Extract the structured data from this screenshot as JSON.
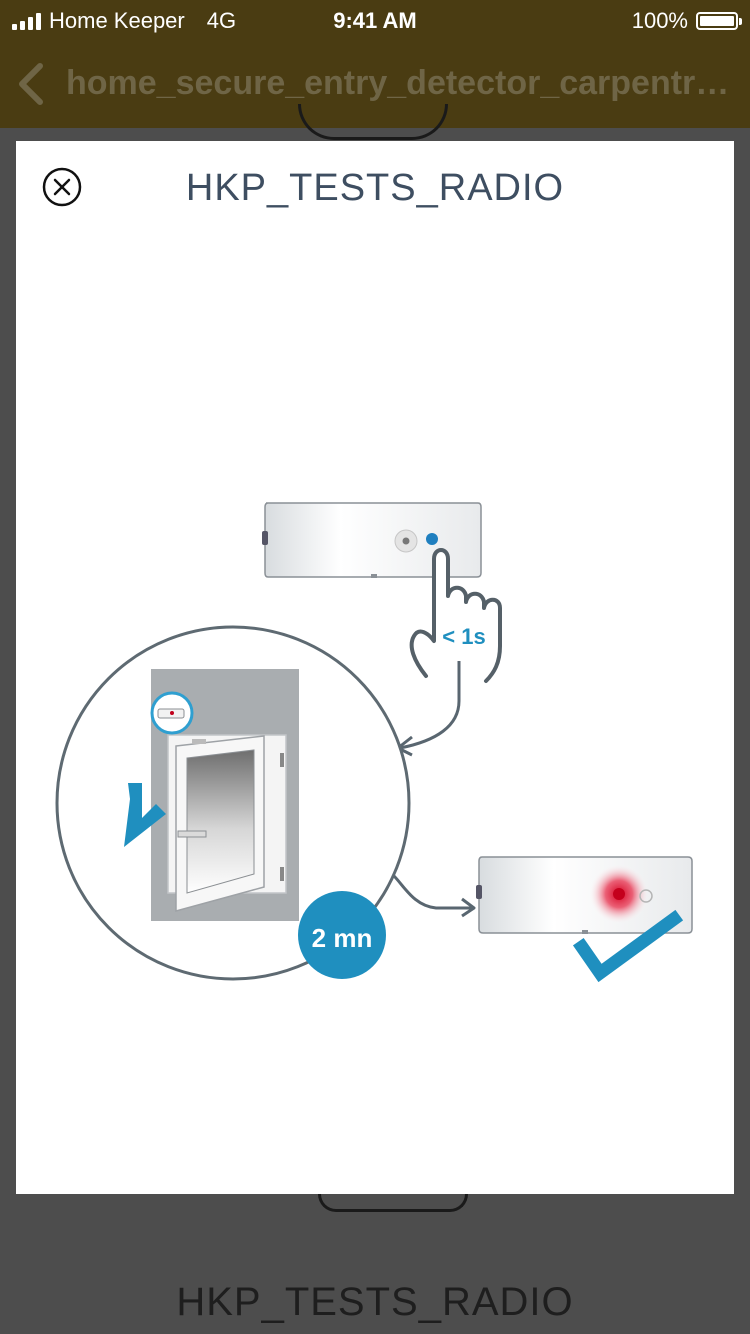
{
  "status_bar": {
    "carrier": "Home Keeper",
    "network": "4G",
    "time": "9:41 AM",
    "battery": "100%"
  },
  "nav": {
    "title": "home_secure_entry_detector_carpentry_..."
  },
  "modal": {
    "title": "HKP_TESTS_RADIO",
    "press_duration_label": "< 1s",
    "wait_duration_label": "2 mn"
  },
  "background": {
    "title": "HKP_TESTS_RADIO"
  },
  "colors": {
    "nav_background": "#4a3c12",
    "overlay": "#4d4d4d",
    "accent_blue": "#1f8fbf",
    "title_text": "#3e4e61",
    "led_red": "#e0102a"
  },
  "icons": {
    "close": "close-circle-icon",
    "back": "chevron-left-icon",
    "hand": "hand-press-icon",
    "check": "checkmark-icon"
  }
}
